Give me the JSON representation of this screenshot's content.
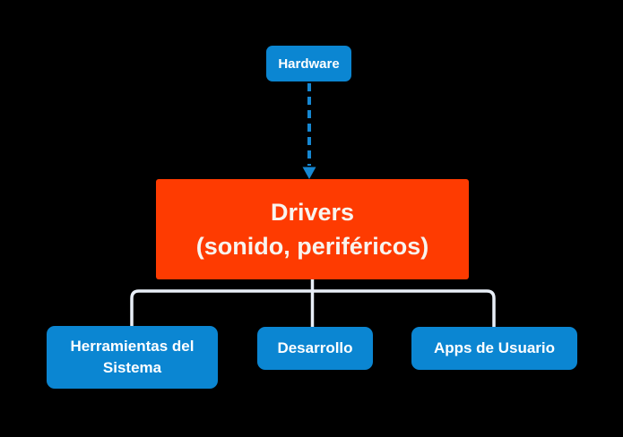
{
  "diagram": {
    "title": "Hardware / Drivers flow diagram",
    "colors": {
      "background": "#000000",
      "node_blue": "#0b86d2",
      "node_red": "#fe3b01",
      "wire": "#e9eff8",
      "arrow_blue": "#1687d2",
      "text_light": "#ffffff",
      "text_warm": "#f8f4ef"
    },
    "nodes": {
      "hardware": {
        "label": "Hardware"
      },
      "drivers": {
        "line1": "Drivers",
        "line2": "(sonido, periféricos)"
      },
      "herramientas": {
        "label": "Herramientas del Sistema"
      },
      "desarrollo": {
        "label": "Desarrollo"
      },
      "apps": {
        "label": "Apps de Usuario"
      }
    },
    "edges": {
      "hardware_to_drivers": "dashed-arrow",
      "drivers_to_children": "bracket"
    }
  }
}
